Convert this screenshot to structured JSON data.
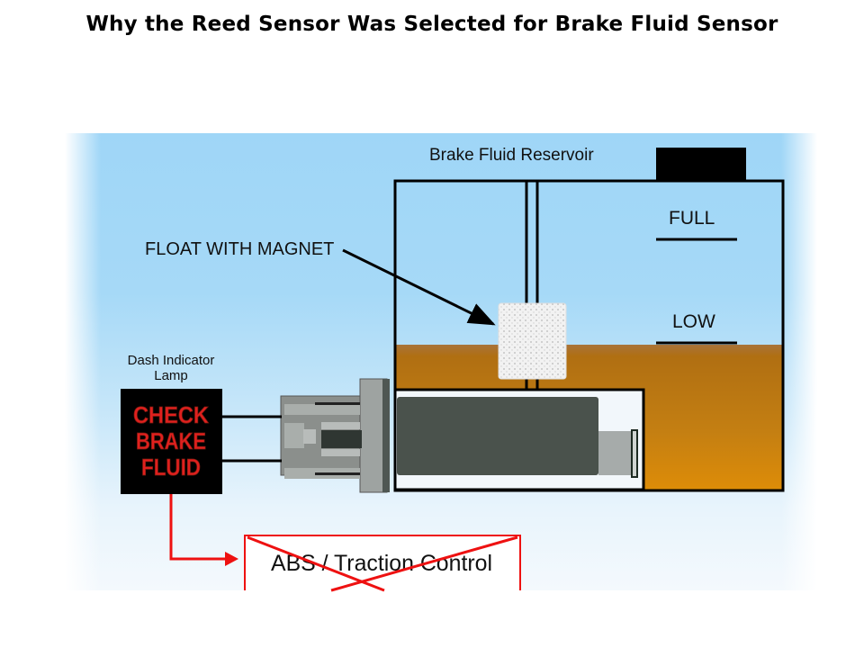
{
  "title": "Why the Reed Sensor Was Selected for Brake Fluid Sensor",
  "diagram": {
    "reservoir_label": "Brake Fluid Reservoir",
    "level_full": "FULL",
    "level_low": "LOW",
    "float_label": "FLOAT WITH MAGNET",
    "lamp_caption_line1": "Dash Indicator",
    "lamp_caption_line2": "Lamp",
    "lamp_text_line1": "CHECK",
    "lamp_text_line2": "BRAKE",
    "lamp_text_line3": "FLUID",
    "crossed_box_label": "ABS / Traction Control"
  },
  "colors": {
    "fluid": "#c47f12",
    "lamp_text": "#e0201e",
    "arrow_red": "#ee1111",
    "sensor_body": "#4a524c"
  }
}
